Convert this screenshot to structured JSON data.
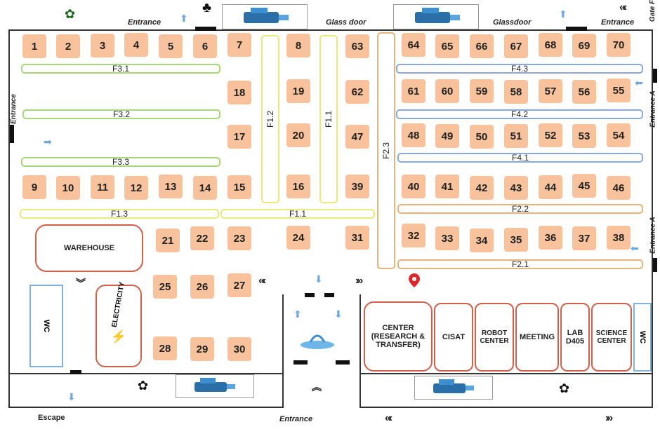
{
  "booths": [
    "1",
    "2",
    "3",
    "4",
    "5",
    "6",
    "7",
    "8",
    "63",
    "64",
    "65",
    "66",
    "67",
    "68",
    "69",
    "70",
    "18",
    "19",
    "62",
    "61",
    "60",
    "59",
    "58",
    "57",
    "56",
    "55",
    "17",
    "20",
    "47",
    "48",
    "49",
    "50",
    "51",
    "52",
    "53",
    "54",
    "9",
    "10",
    "11",
    "12",
    "13",
    "14",
    "15",
    "16",
    "39",
    "40",
    "41",
    "42",
    "43",
    "44",
    "45",
    "46",
    "21",
    "22",
    "23",
    "24",
    "31",
    "32",
    "33",
    "34",
    "35",
    "36",
    "37",
    "38",
    "25",
    "26",
    "27",
    "28",
    "29",
    "30"
  ],
  "aisles": {
    "f31": "F3.1",
    "f32": "F3.2",
    "f33": "F3.3",
    "f13": "F1.3",
    "f11h": "F1.1",
    "f12v": "F1.2",
    "f11v": "F1.1",
    "f23": "F2.3",
    "f43": "F4.3",
    "f42": "F4.2",
    "f41": "F4.1",
    "f22": "F2.2",
    "f21": "F2.1"
  },
  "rooms": {
    "warehouse": "WAREHOUSE",
    "wc_left": "WC",
    "electricity": "ELECTRICITY",
    "center": "CENTER (RESEARCH & TRANSFER)",
    "cisat": "CISAT",
    "robot": "ROBOT CENTER",
    "meeting": "MEETING",
    "lab": "LAB D405",
    "science": "SCIENCE CENTER",
    "wc_right": "WC"
  },
  "labels": {
    "entrance_top_left": "Entrance",
    "glass_door": "Glass door",
    "glassdoor": "Glassdoor",
    "entrance_top_right": "Entrance",
    "gate_f": "Gate F",
    "entrance_left": "Entrance",
    "entrance_a_top": "Entrance A",
    "entrance_a_bottom": "Entrance A",
    "escape": "Escape",
    "entrance_bottom": "Entrance"
  },
  "colors": {
    "booth": "#f7c29c",
    "zone_f3": "#a8d77a",
    "zone_f1": "#e9e97c",
    "zone_f4": "#8aa9d8",
    "zone_f2": "#e9b27a",
    "room_border": "#d0604a",
    "location_pin": "#e0262b"
  },
  "icons": [
    "plant-icon",
    "tree-icon",
    "pump-icon",
    "fountain-icon",
    "location-pin-icon",
    "lightning-icon",
    "arrow-icon",
    "chevron-icon"
  ]
}
